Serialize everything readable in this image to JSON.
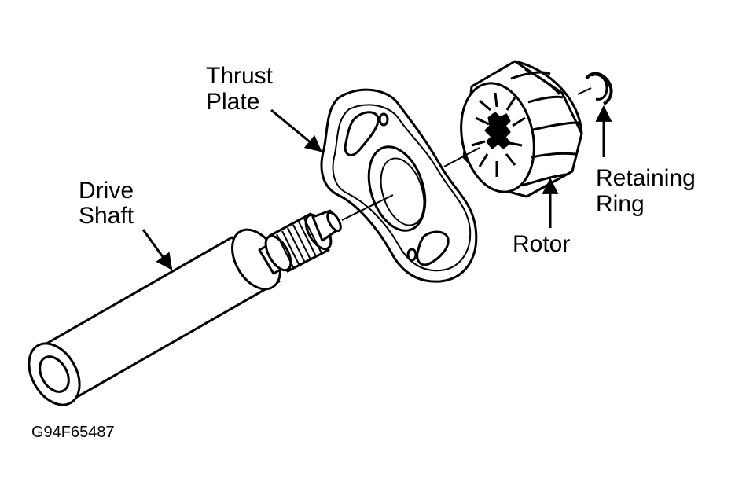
{
  "labels": {
    "thrust_plate_line1": "Thrust",
    "thrust_plate_line2": "Plate",
    "drive_shaft_line1": "Drive",
    "drive_shaft_line2": "Shaft",
    "retaining_ring_line1": "Retaining",
    "retaining_ring_line2": "Ring",
    "rotor": "Rotor"
  },
  "figure_id": "G94F65487",
  "colors": {
    "ink": "#000000",
    "paper": "#ffffff"
  }
}
